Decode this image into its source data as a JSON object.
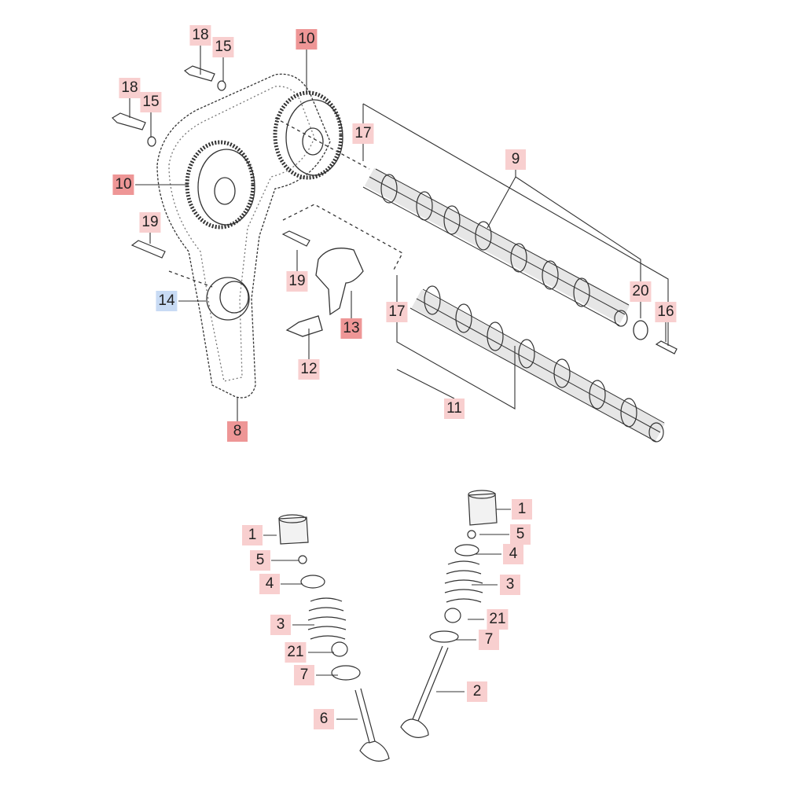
{
  "diagram": {
    "title": "",
    "colors": {
      "callout_light": "#f8cfcf",
      "callout_dark": "#ee9696",
      "callout_blue": "#c8dbf4",
      "line": "#333333"
    },
    "callouts": [
      {
        "number": "18",
        "style": "light"
      },
      {
        "number": "15",
        "style": "light"
      },
      {
        "number": "10",
        "style": "dark"
      },
      {
        "number": "18",
        "style": "light"
      },
      {
        "number": "15",
        "style": "light"
      },
      {
        "number": "10",
        "style": "dark"
      },
      {
        "number": "17",
        "style": "light"
      },
      {
        "number": "9",
        "style": "light"
      },
      {
        "number": "19",
        "style": "light"
      },
      {
        "number": "14",
        "style": "blue"
      },
      {
        "number": "19",
        "style": "light"
      },
      {
        "number": "13",
        "style": "dark"
      },
      {
        "number": "17",
        "style": "light"
      },
      {
        "number": "20",
        "style": "light"
      },
      {
        "number": "16",
        "style": "light"
      },
      {
        "number": "12",
        "style": "light"
      },
      {
        "number": "11",
        "style": "light"
      },
      {
        "number": "8",
        "style": "dark"
      },
      {
        "number": "1",
        "style": "light"
      },
      {
        "number": "1",
        "style": "light"
      },
      {
        "number": "5",
        "style": "light"
      },
      {
        "number": "5",
        "style": "light"
      },
      {
        "number": "4",
        "style": "light"
      },
      {
        "number": "4",
        "style": "light"
      },
      {
        "number": "3",
        "style": "light"
      },
      {
        "number": "3",
        "style": "light"
      },
      {
        "number": "21",
        "style": "light"
      },
      {
        "number": "21",
        "style": "light"
      },
      {
        "number": "7",
        "style": "light"
      },
      {
        "number": "7",
        "style": "light"
      },
      {
        "number": "2",
        "style": "light"
      },
      {
        "number": "6",
        "style": "light"
      }
    ]
  }
}
